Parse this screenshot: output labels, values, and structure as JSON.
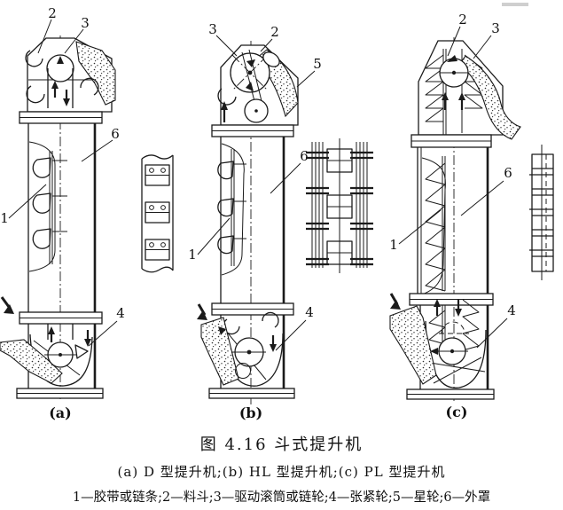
{
  "figure": {
    "caption": {
      "title": "图 4.16  斗式提升机",
      "subtitle": "(a) D 型提升机;(b) HL 型提升机;(c) PL 型提升机",
      "legend": "1—胶带或链条;2—料斗;3—驱动滚筒或链轮;4—张紧轮;5—星轮;6—外罩"
    },
    "panels": [
      {
        "label": "(a)",
        "callouts": {
          "belt": "1",
          "bucket": "2",
          "drive": "3",
          "tension": "4",
          "casing": "6"
        }
      },
      {
        "label": "(b)",
        "callouts": {
          "belt": "1",
          "bucket": "2",
          "drive": "3",
          "tension": "4",
          "star": "5",
          "casing": "6"
        }
      },
      {
        "label": "(c)",
        "callouts": {
          "belt": "1",
          "bucket": "2",
          "drive": "3",
          "tension": "4",
          "casing": "6"
        }
      }
    ]
  }
}
